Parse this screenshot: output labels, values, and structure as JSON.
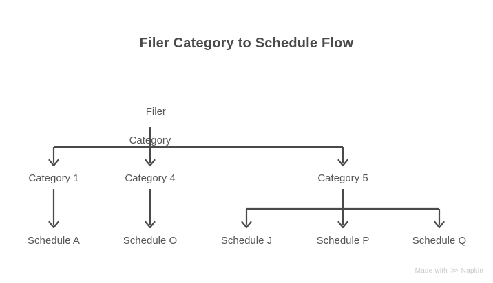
{
  "diagram": {
    "title": "Filer Category to Schedule Flow",
    "background_color": "#ffffff",
    "title_color": "#4a4a4a",
    "node_text_color": "#565656",
    "connector_color": "#4a4a4a",
    "root": {
      "label_line1": "Filer",
      "label_line2": "Category"
    },
    "level1": [
      {
        "label": "Category 1"
      },
      {
        "label": "Category 4"
      },
      {
        "label": "Category 5"
      }
    ],
    "level2": [
      {
        "label": "Schedule A"
      },
      {
        "label": "Schedule O"
      },
      {
        "label": "Schedule J"
      },
      {
        "label": "Schedule P"
      },
      {
        "label": "Schedule Q"
      }
    ]
  },
  "watermark": {
    "text_before": "Made with",
    "logo_glyph": "≫",
    "brand": "Napkin"
  }
}
